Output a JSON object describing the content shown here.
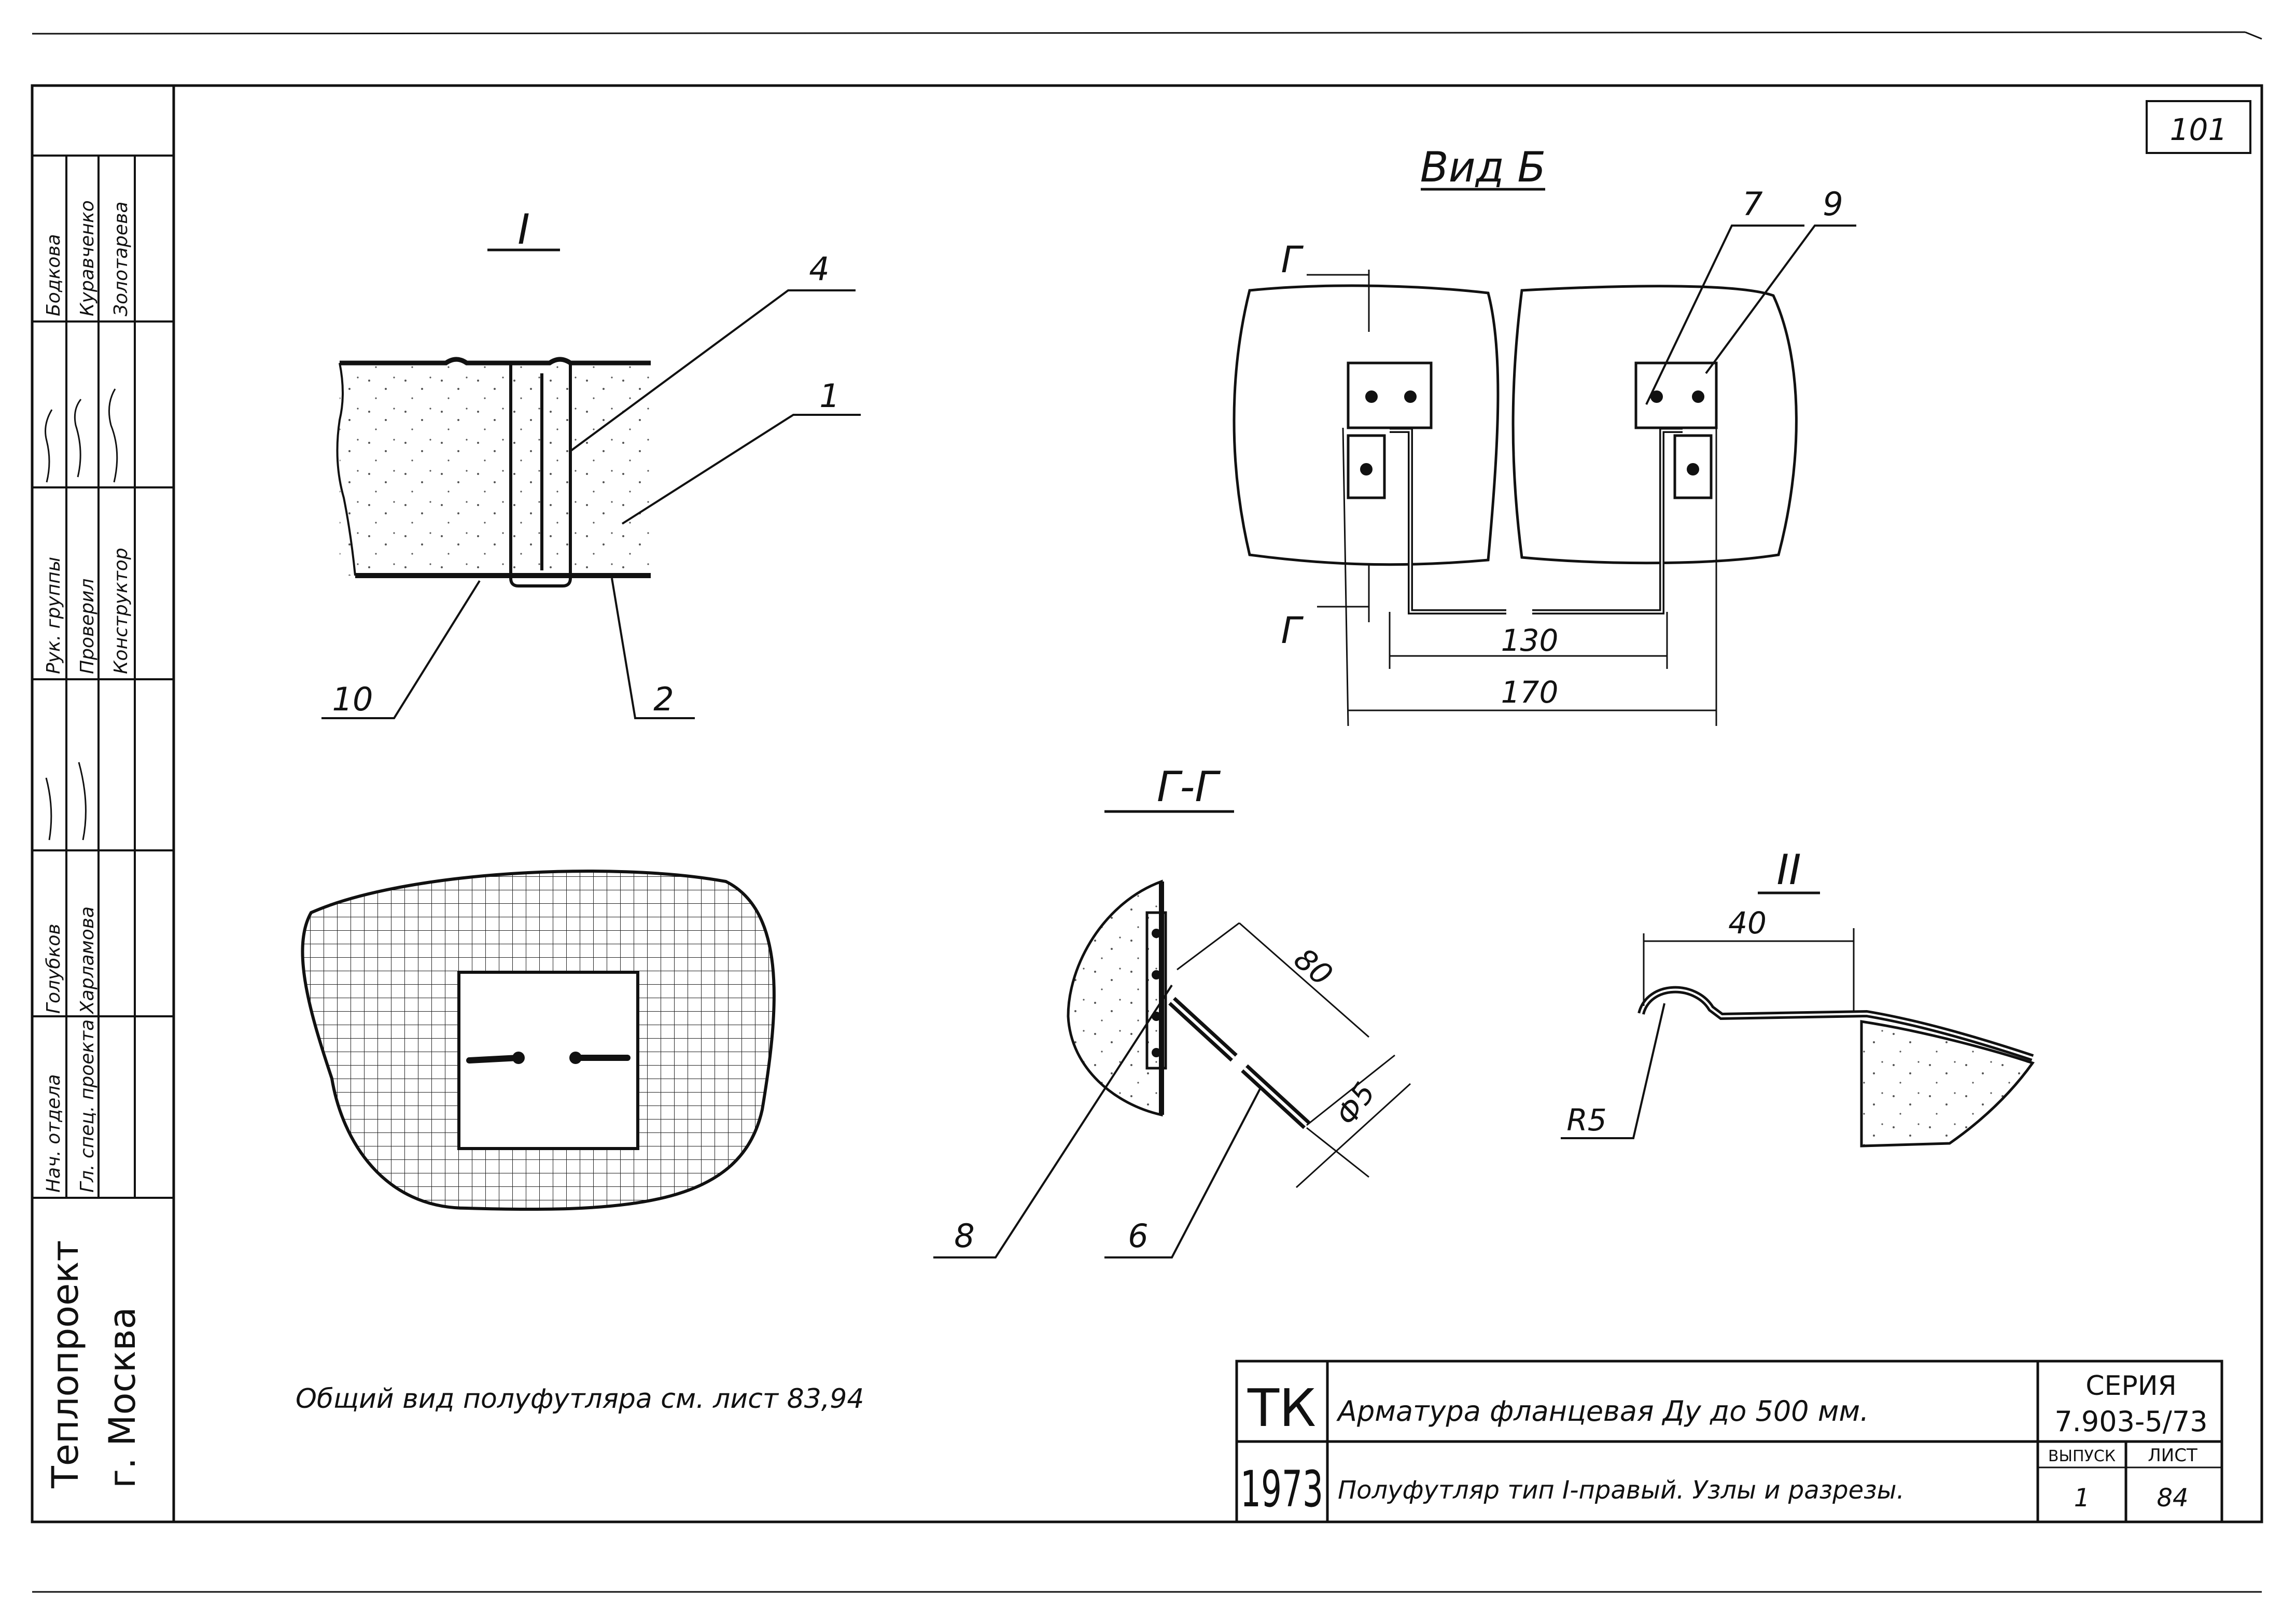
{
  "sheet_number": "101",
  "views": {
    "detail_I": {
      "title": "I",
      "callouts": [
        "4",
        "1",
        "10",
        "2"
      ]
    },
    "view_B": {
      "title": "Вид Б",
      "section_mark": "Г",
      "callouts": [
        "7",
        "9"
      ],
      "dim_inner": "130",
      "dim_outer": "170"
    },
    "section_GG": {
      "title": "Г-Г",
      "callouts": [
        "8",
        "6"
      ],
      "dim_length": "80",
      "dim_dia": "Ф5"
    },
    "detail_II": {
      "title": "II",
      "dim_width": "40",
      "dim_radius": "R5"
    }
  },
  "note": "Общий вид полуфутляра см. лист 83,94",
  "side_stamp": {
    "org_line1": "Теплопроект",
    "org_line2": "г. Москва",
    "roles": [
      "Нач. отдела",
      "Гл. спец. проекта",
      "Рук. группы",
      "Проверил",
      "Конструктор"
    ],
    "names": [
      "Бодкова",
      "Куравченко",
      "Золотарева",
      "Голубков",
      "Харламова"
    ]
  },
  "title_block": {
    "code_top": "ТК",
    "code_bottom": "1973",
    "title_line1": "Арматура фланцевая Ду до 500 мм.",
    "title_line2": "Полуфутляр тип I-правый. Узлы и разрезы.",
    "series_label": "СЕРИЯ",
    "series_value": "7.903-5/73",
    "issue_label": "ВЫПУСК",
    "issue_value": "1",
    "sheet_label": "ЛИСТ",
    "sheet_value": "84"
  }
}
